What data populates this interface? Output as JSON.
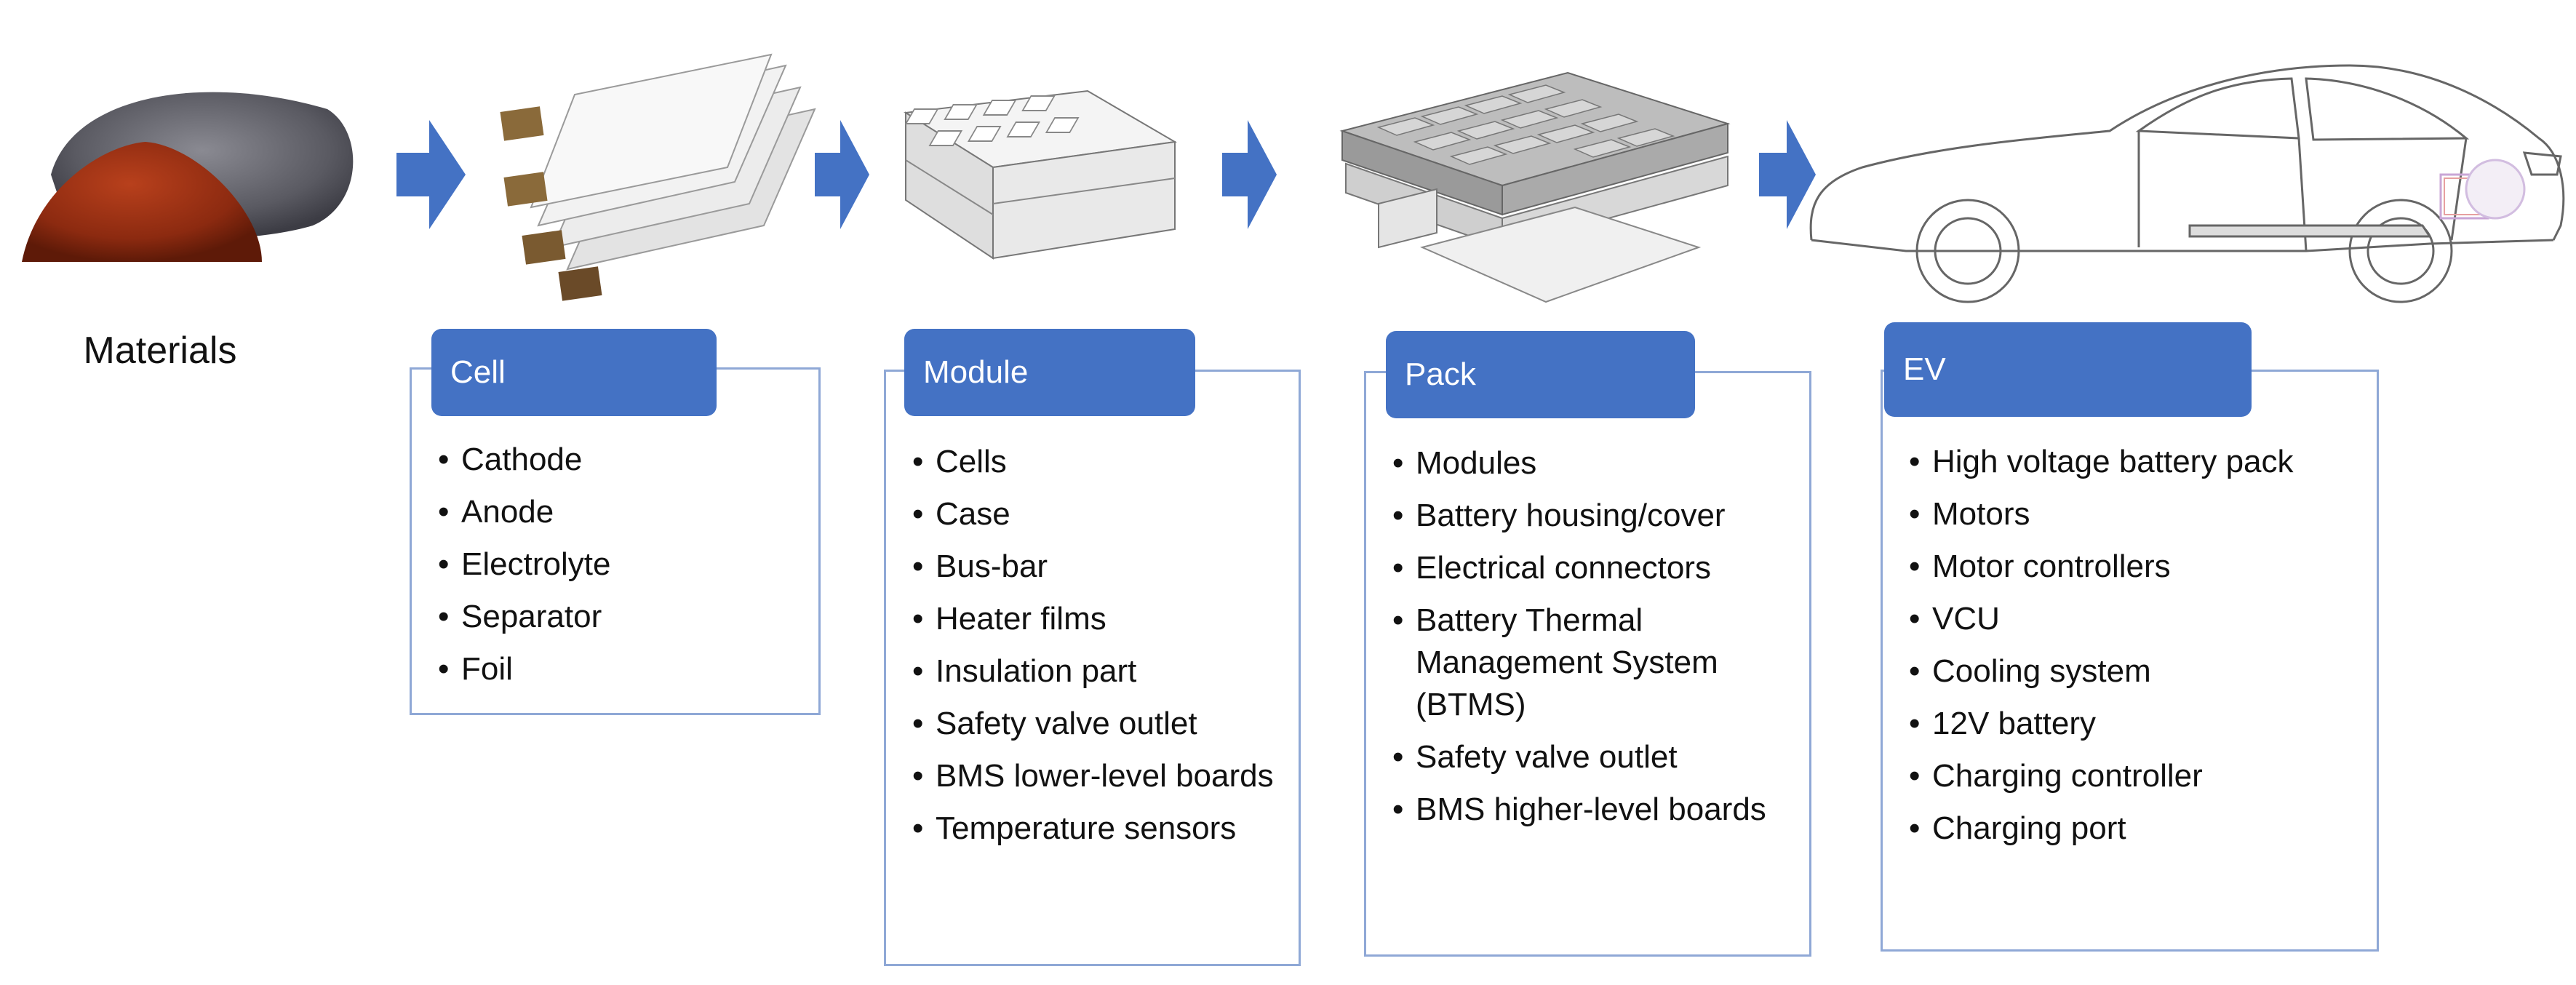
{
  "materials": {
    "label": "Materials"
  },
  "stages": [
    {
      "title": "Cell",
      "items": [
        "Cathode",
        "Anode",
        "Electrolyte",
        "Separator",
        "Foil"
      ]
    },
    {
      "title": "Module",
      "items": [
        "Cells",
        "Case",
        "Bus-bar",
        "Heater films",
        "Insulation part",
        "Safety valve outlet",
        "BMS lower-level boards",
        "Temperature sensors"
      ]
    },
    {
      "title": "Pack",
      "items": [
        "Modules",
        "Battery housing/cover",
        "Electrical connectors",
        "Battery Thermal Management System (BTMS)",
        "Safety valve outlet",
        "BMS higher-level boards"
      ]
    },
    {
      "title": "EV",
      "items": [
        "High voltage battery pack",
        "Motors",
        "Motor controllers",
        "VCU",
        "Cooling system",
        "12V battery",
        "Charging controller",
        "Charging port"
      ]
    }
  ],
  "colors": {
    "accent": "#4472c4",
    "box_border": "#8fa8d6"
  }
}
